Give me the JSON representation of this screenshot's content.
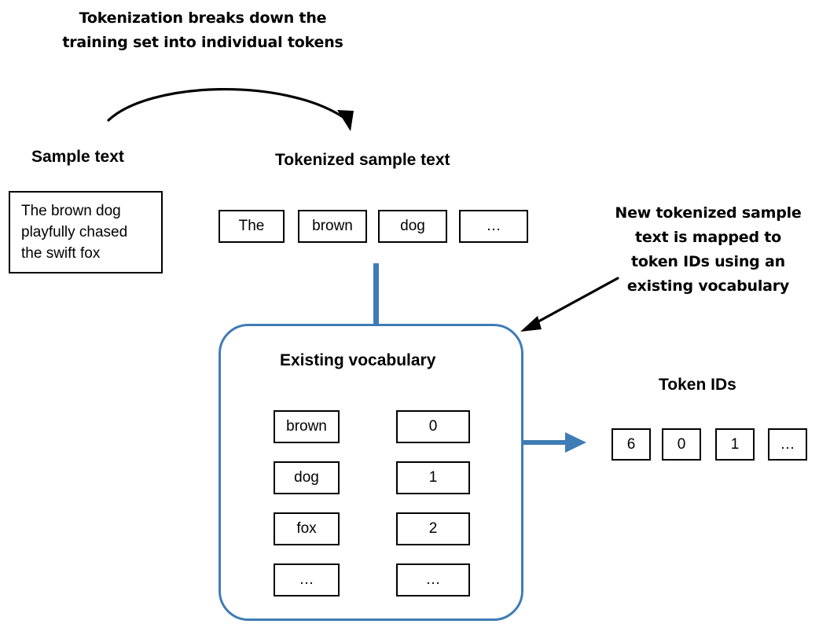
{
  "annotations": {
    "tokenization_note": "Tokenization breaks down the\ntraining set into individual tokens",
    "mapping_note": "New tokenized sample\ntext is mapped to\ntoken IDs using an\nexisting vocabulary"
  },
  "headings": {
    "sample_text": "Sample text",
    "tokenized_sample_text": "Tokenized sample text",
    "existing_vocabulary": "Existing vocabulary",
    "token_ids": "Token IDs"
  },
  "sample_text": {
    "content": "The brown dog\nplayfully chased\nthe swift fox"
  },
  "tokens": [
    {
      "label": "The"
    },
    {
      "label": "brown"
    },
    {
      "label": "dog"
    },
    {
      "label": "…"
    }
  ],
  "vocabulary": [
    {
      "word": "brown",
      "id": "0"
    },
    {
      "word": "dog",
      "id": "1"
    },
    {
      "word": "fox",
      "id": "2"
    },
    {
      "word": "…",
      "id": "…"
    }
  ],
  "token_ids": [
    {
      "value": "6"
    },
    {
      "value": "0"
    },
    {
      "value": "1"
    },
    {
      "value": "…"
    }
  ],
  "colors": {
    "blue_accent": "#3f7cb5",
    "ink": "#000000",
    "background": "#ffffff"
  },
  "icons": {
    "curved_arrow": "curved-arrow-icon",
    "diagonal_arrow": "diagonal-arrow-icon",
    "blue_arrow": "blue-arrow-icon",
    "map_arrow": "map-arrow-icon"
  }
}
